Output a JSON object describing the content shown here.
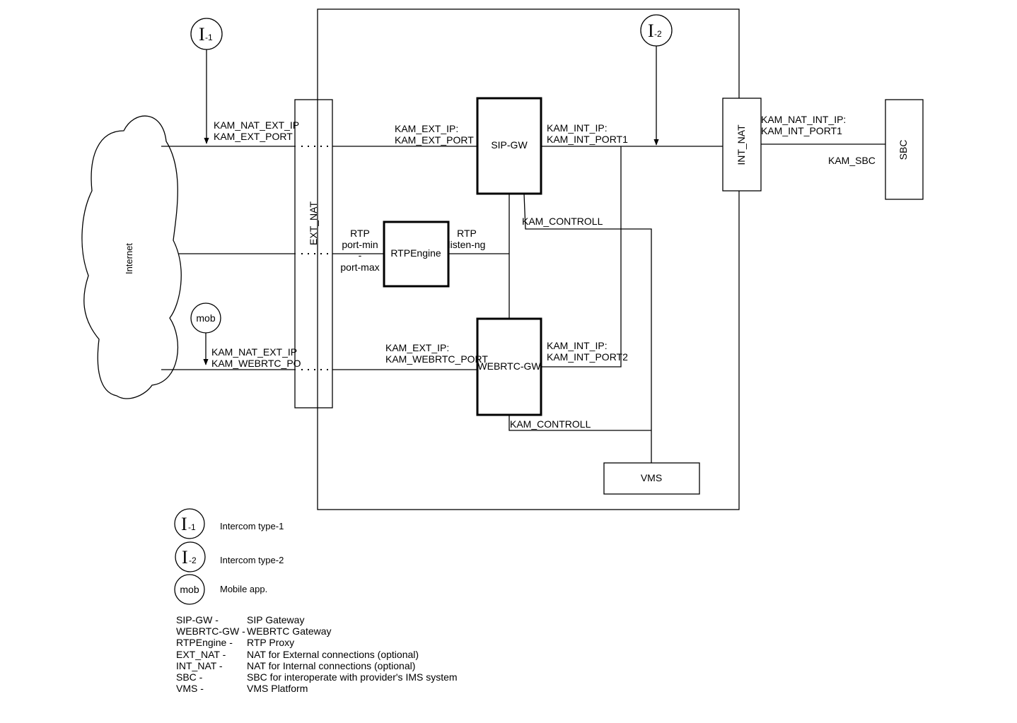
{
  "nodes": {
    "internet": "Internet",
    "ext_nat": "EXT_NAT",
    "int_nat": "INT_NAT",
    "sip_gw": "SIP-GW",
    "webrtc_gw": "WEBRTC-GW",
    "rtpengine": "RTPEngine",
    "vms": "VMS",
    "sbc": "SBC"
  },
  "markers": {
    "i1_main": "I",
    "i1_sub": "-1",
    "i2_main": "I",
    "i2_sub": "-2",
    "mob": "mob"
  },
  "edge_labels": {
    "kam_nat_ext_ip_1": "KAM_NAT_EXT_IP",
    "kam_ext_port_1": "KAM_EXT_PORT",
    "kam_nat_ext_ip_2": "KAM_NAT_EXT_IP",
    "kam_webrtc_po": "KAM_WEBRTC_PO",
    "kam_ext_ip_1": "KAM_EXT_IP:",
    "kam_ext_port_2": "KAM_EXT_PORT",
    "kam_ext_ip_2": "KAM_EXT_IP:",
    "kam_webrtc_port": "KAM_WEBRTC_PORT",
    "kam_int_ip_1": "KAM_INT_IP:",
    "kam_int_port1": "KAM_INT_PORT1",
    "kam_int_ip_2": "KAM_INT_IP:",
    "kam_int_port2": "KAM_INT_PORT2",
    "kam_nat_int_ip": "KAM_NAT_INT_IP:",
    "kam_int_port1_nat": "KAM_INT_PORT1",
    "kam_sbc": "KAM_SBC",
    "kam_controll_1": "KAM_CONTROLL",
    "kam_controll_2": "KAM_CONTROLL",
    "rtp_left_1": "RTP",
    "rtp_left_2": "port-min",
    "rtp_left_3": "-",
    "rtp_left_4": "port-max",
    "rtp_right_1": "RTP",
    "rtp_right_2": "listen-ng"
  },
  "legend": {
    "icons": [
      {
        "main": "I",
        "sub": "-1",
        "text": "Intercom type-1"
      },
      {
        "main": "I",
        "sub": "-2",
        "text": "Intercom type-2"
      },
      {
        "main": "mob",
        "sub": "",
        "text": "Mobile app."
      }
    ],
    "abbreviations": [
      {
        "abbr": "SIP-GW -",
        "desc": "SIP Gateway"
      },
      {
        "abbr": "WEBRTC-GW -",
        "desc": "WEBRTC Gateway"
      },
      {
        "abbr": "RTPEngine -",
        "desc": "RTP Proxy"
      },
      {
        "abbr": "EXT_NAT -",
        "desc": "NAT for External connections (optional)"
      },
      {
        "abbr": "INT_NAT -",
        "desc": "NAT for Internal connections (optional)"
      },
      {
        "abbr": "SBC -",
        "desc": "SBC for interoperate with provider's IMS system"
      },
      {
        "abbr": "VMS -",
        "desc": "VMS Platform"
      }
    ]
  }
}
